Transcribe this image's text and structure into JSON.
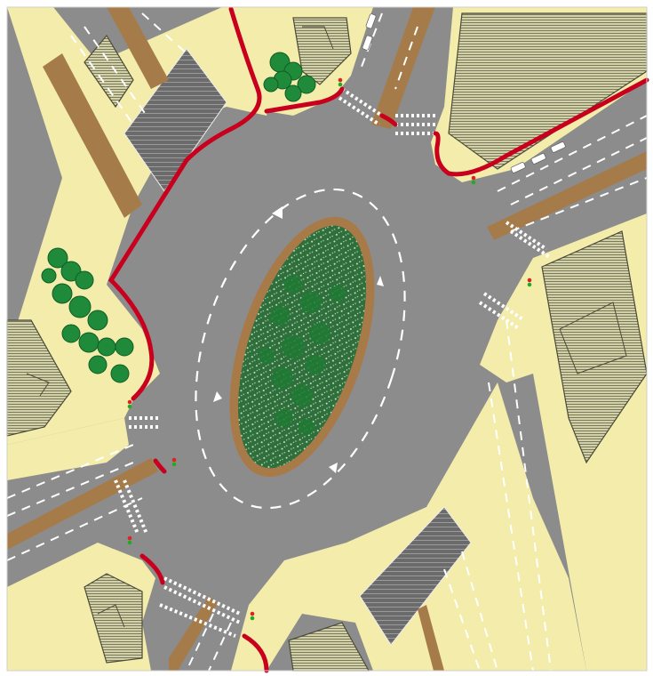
{
  "colors": {
    "asphalt": "#8c8c8c",
    "sidewalk": "#f3ecaa",
    "building_fill": "#c9c79a",
    "building_line": "#4a4a3a",
    "bike_lane": "#c8001e",
    "median": "#a67b4a",
    "island_green": "#2e7d3a",
    "island_rim": "#a87a48",
    "tree": "#1f8a3a",
    "tree_dark": "#0f5e26",
    "lane_marking": "#ffffff",
    "parking_fill": "#6e6e6e"
  },
  "features": {
    "central_island": "roundabout-central-island",
    "crosswalks": 9,
    "traffic_lights": 7,
    "tree_clusters": 2
  },
  "icons": [
    "traffic-light-icon",
    "car-icon",
    "arrow-icon",
    "tree-icon"
  ]
}
